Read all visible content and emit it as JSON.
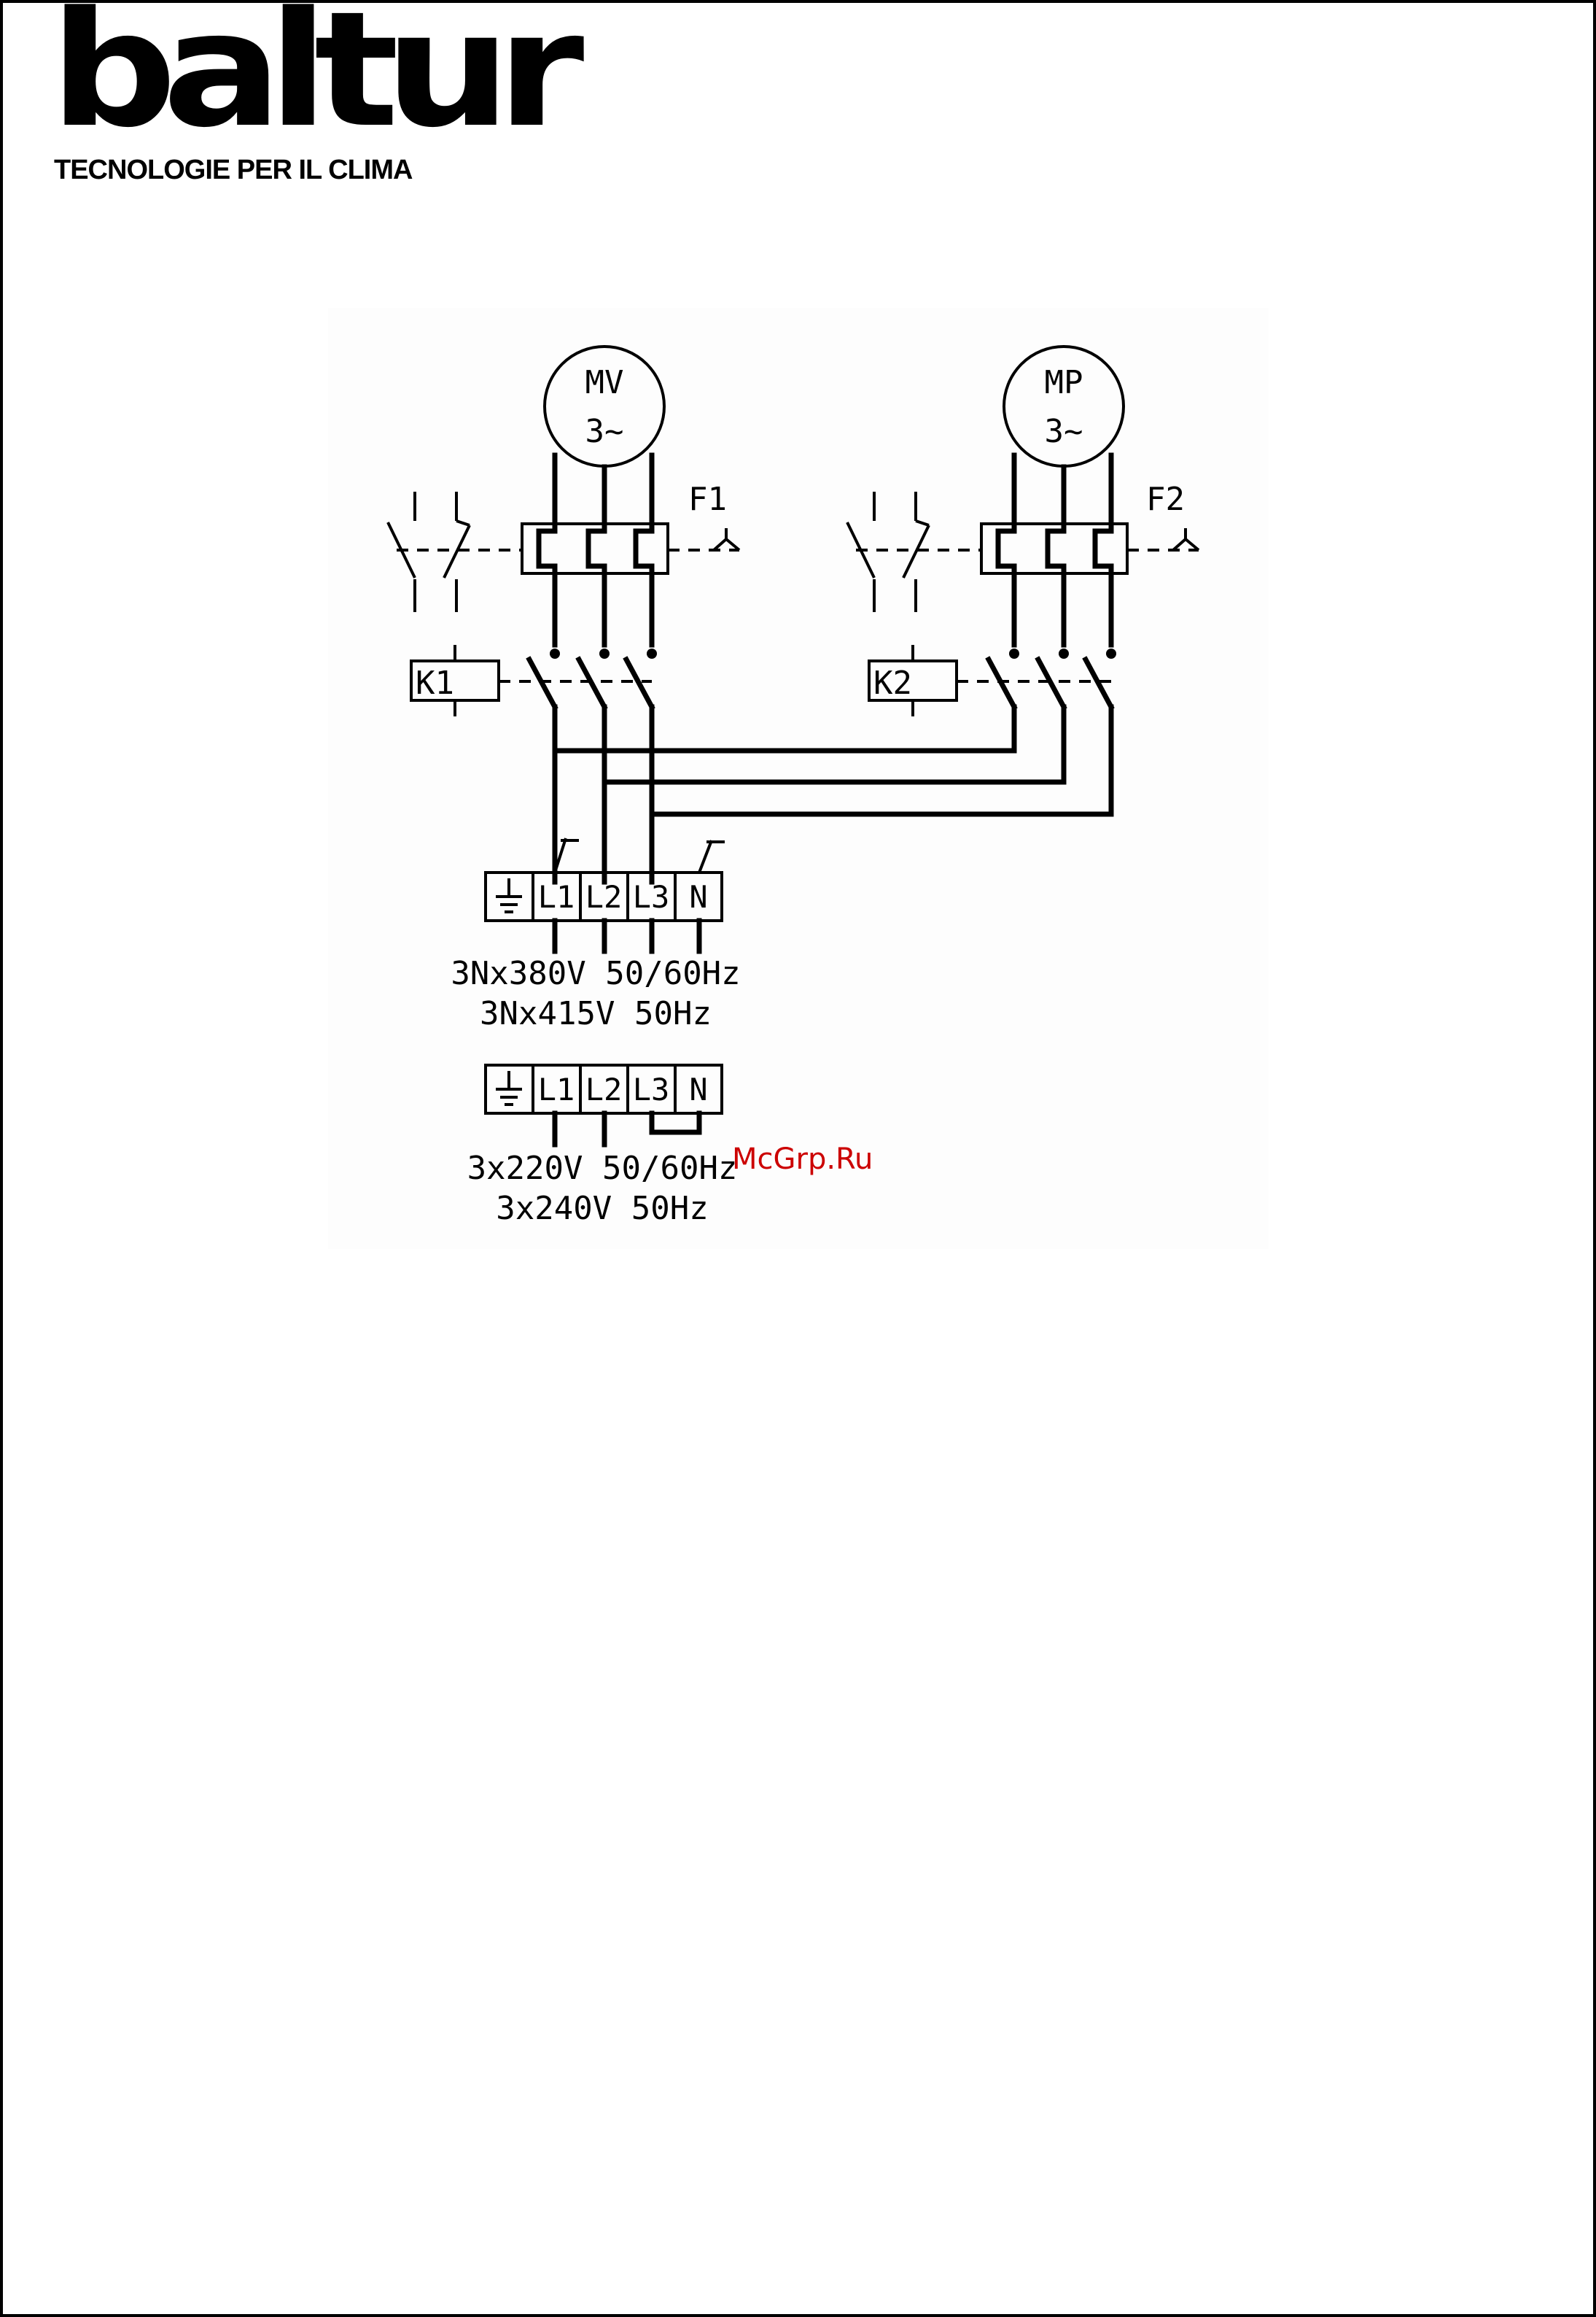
{
  "header": {
    "logo_text": "baltur",
    "tagline": "TECNOLOGIE PER IL CLIMA"
  },
  "diagram": {
    "motor_fan": {
      "name": "MV",
      "phase": "3~"
    },
    "motor_pump": {
      "name": "MP",
      "phase": "3~"
    },
    "relay_fan": "F1",
    "relay_pump": "F2",
    "contactor_fan": "K1",
    "contactor_pump": "K2",
    "terminal_labels": [
      "L1",
      "L2",
      "L3",
      "N"
    ],
    "supply_a_line1": "3Nx380V 50/60Hz",
    "supply_a_line2": "3Nx415V 50Hz",
    "supply_b_line1": "3x220V 50/60Hz",
    "supply_b_line2": "3x240V 50Hz"
  },
  "watermark": "McGrp.Ru",
  "colors": {
    "ink": "#000000",
    "watermark": "#cc0000"
  }
}
